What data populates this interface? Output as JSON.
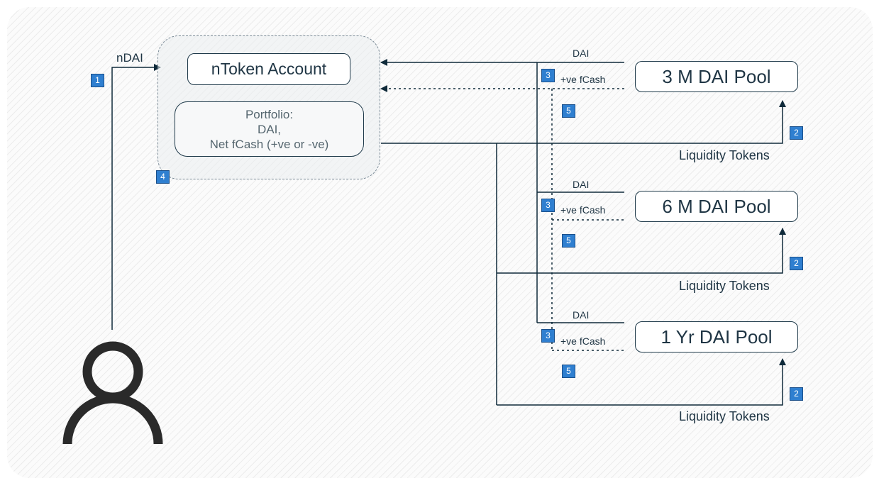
{
  "diagram": {
    "ntoken_account": "nToken Account",
    "portfolio": {
      "line1": "Portfolio:",
      "line2": "DAI,",
      "line3": "Net fCash (+ve or -ve)"
    },
    "ndai_label": "nDAI",
    "pools": [
      {
        "name": "3 M DAI Pool",
        "dai_label": "DAI",
        "fcash_label": "+ve fCash",
        "liquidity_label": "Liquidity Tokens"
      },
      {
        "name": "6 M DAI Pool",
        "dai_label": "DAI",
        "fcash_label": "+ve fCash",
        "liquidity_label": "Liquidity Tokens"
      },
      {
        "name": "1 Yr DAI Pool",
        "dai_label": "DAI",
        "fcash_label": "+ve fCash",
        "liquidity_label": "Liquidity Tokens"
      }
    ],
    "steps": {
      "s1": "1",
      "s2": "2",
      "s3": "3",
      "s4": "4",
      "s5": "5"
    }
  },
  "colors": {
    "line": "#0f2a3a",
    "badge": "#2f7fd0",
    "dashed_border": "#7a8a96"
  },
  "icons": {
    "user": "user-silhouette-icon"
  }
}
